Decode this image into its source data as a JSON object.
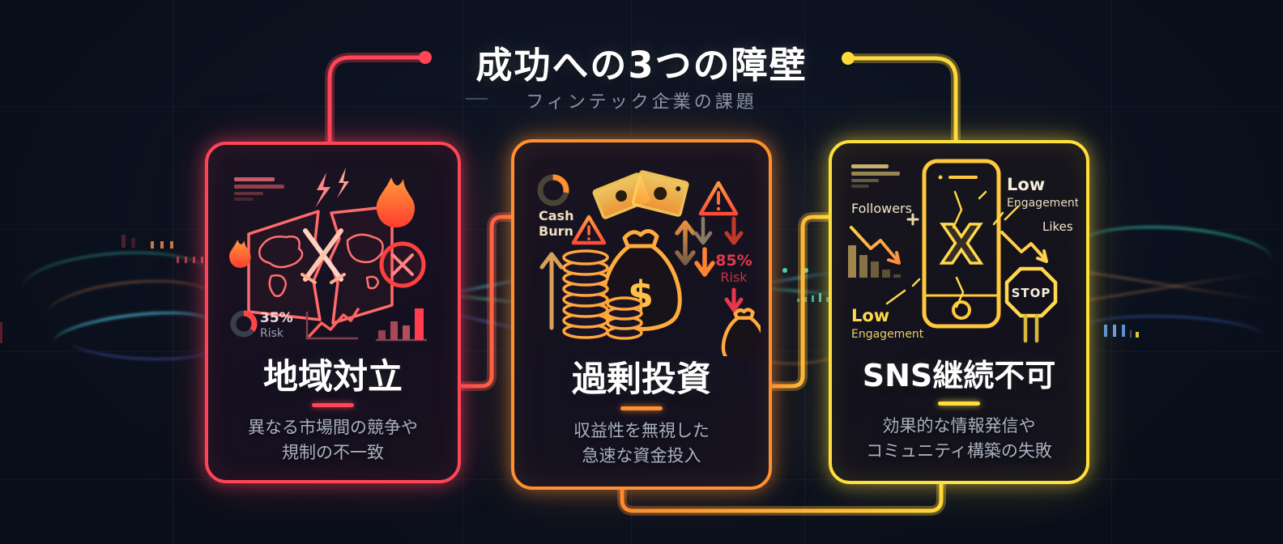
{
  "header": {
    "title": "成功への3つの障壁",
    "subtitle": "フィンテック企業の課題"
  },
  "cards": [
    {
      "title": "地域対立",
      "description_line1": "異なる市場間の競争や",
      "description_line2": "規制の不一致",
      "accent_color": "#ff4557",
      "stats": {
        "risk_percent": "35%",
        "risk_label": "Risk"
      }
    },
    {
      "title": "過剰投資",
      "description_line1": "収益性を無視した",
      "description_line2": "急速な資金投入",
      "accent_color": "#ff9030",
      "stats": {
        "cash_line1": "Cash",
        "cash_line2": "Burn",
        "risk_percent": "85%",
        "risk_label": "Risk",
        "currency_symbol": "$"
      }
    },
    {
      "title": "SNS継続不可",
      "description_line1": "効果的な情報発信や",
      "description_line2": "コミュニティ構築の失敗",
      "accent_color": "#ffdf3c",
      "labels": {
        "followers": "Followers",
        "low": "Low",
        "engagement": "Engagement",
        "likes": "Likes",
        "stop": "STOP",
        "x_logo": "X"
      }
    }
  ],
  "colors": {
    "background": "#0c1220",
    "card1_accent": "#ff4557",
    "card2_accent": "#ff9030",
    "card3_accent": "#ffdf3c",
    "risk_red": "#e03a4e",
    "title_white": "#ffffff",
    "subtitle_gray": "#8a93a6"
  }
}
